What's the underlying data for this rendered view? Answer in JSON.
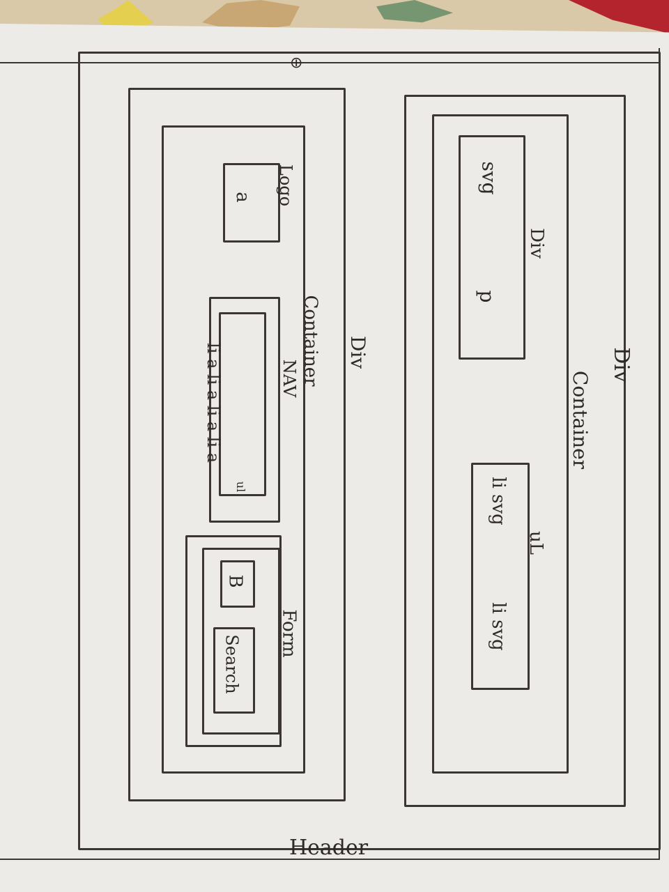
{
  "sketch": {
    "header_label": "Header",
    "outer_div_label": "Div",
    "middle_div_label": "Div",
    "right": {
      "container_label": "Container",
      "div_label": "Div",
      "div_svg": "svg",
      "div_p": "p",
      "ul_label": "uL",
      "li_items": [
        "li svg",
        "li svg"
      ]
    },
    "left": {
      "container_label": "Container",
      "logo_label": "Logo",
      "logo_a": "a",
      "nav_label": "NAV",
      "nav_items": "li a  li a  li a  li a",
      "ul_tag": "ul",
      "form_label": "Form",
      "button_label": "B",
      "search_label": "Search"
    },
    "top_mark": "⊕"
  }
}
